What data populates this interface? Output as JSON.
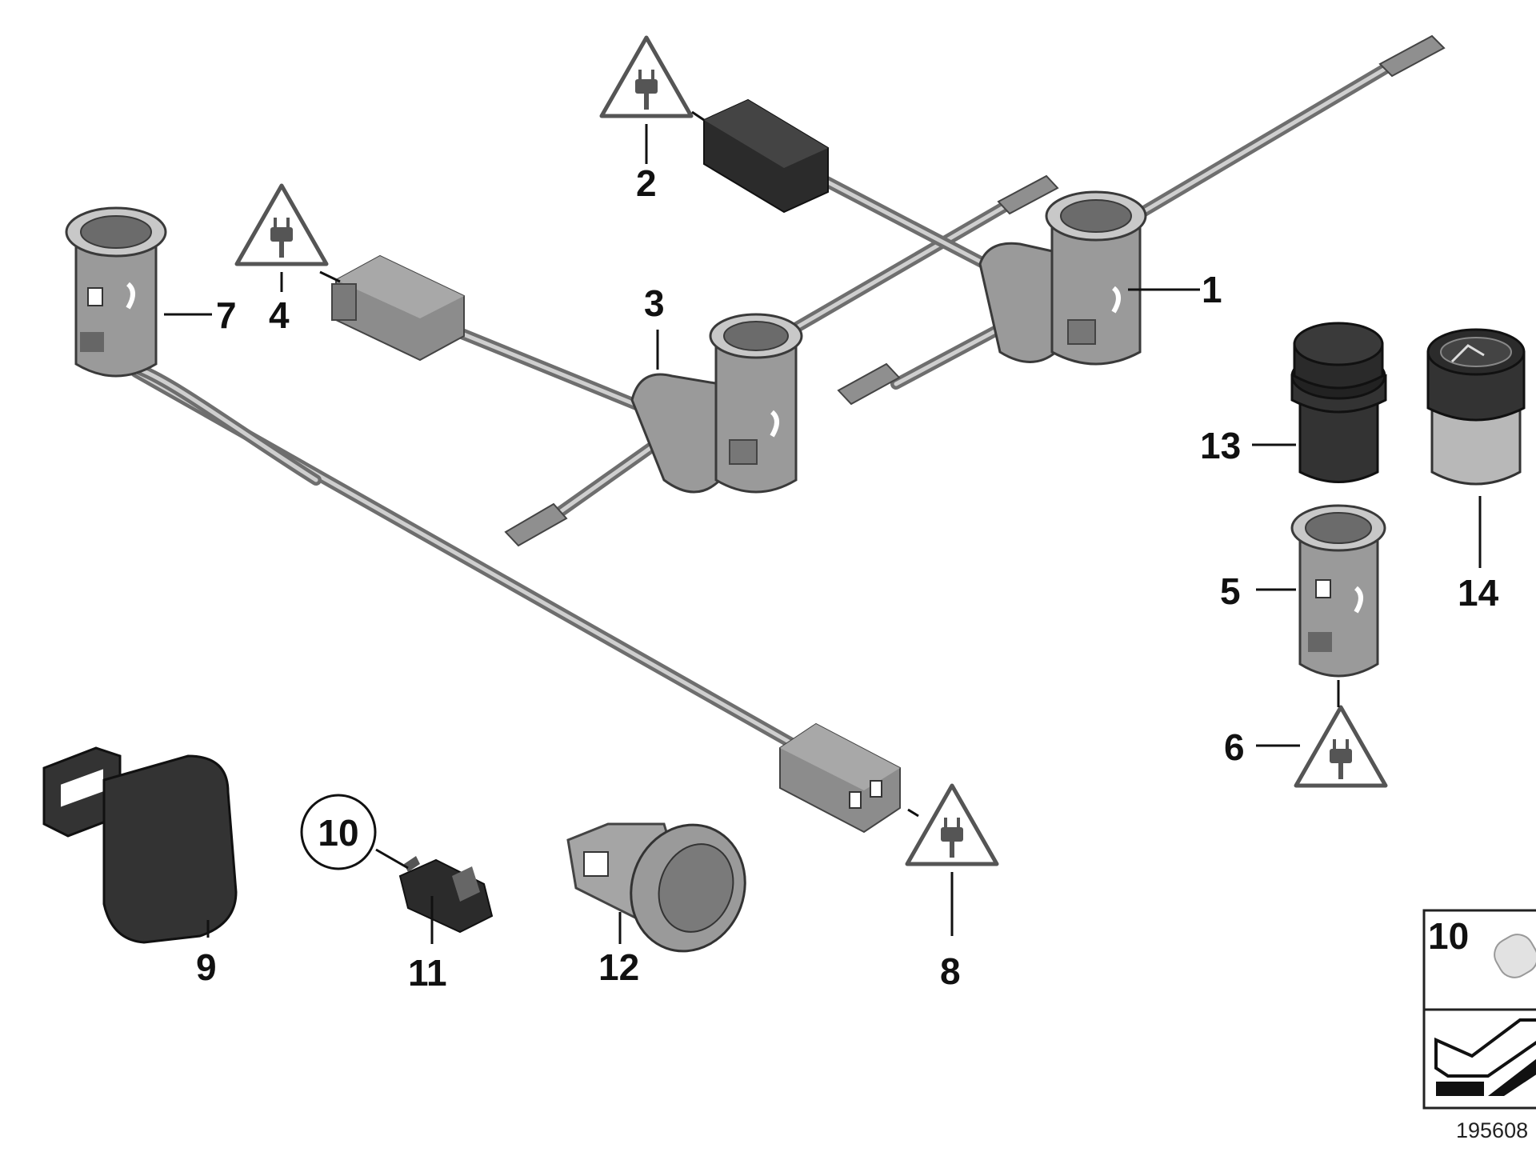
{
  "callouts": {
    "c1": "1",
    "c2": "2",
    "c3": "3",
    "c4": "4",
    "c5": "5",
    "c6": "6",
    "c7": "7",
    "c8": "8",
    "c9": "9",
    "c10": "10",
    "c11": "11",
    "c12": "12",
    "c13": "13",
    "c14": "14"
  },
  "legend": {
    "number": "10"
  },
  "document_number": "195608",
  "icons": {
    "warning": "electrical-plug-warning-icon",
    "legend": "arrow-pointer-icon"
  }
}
